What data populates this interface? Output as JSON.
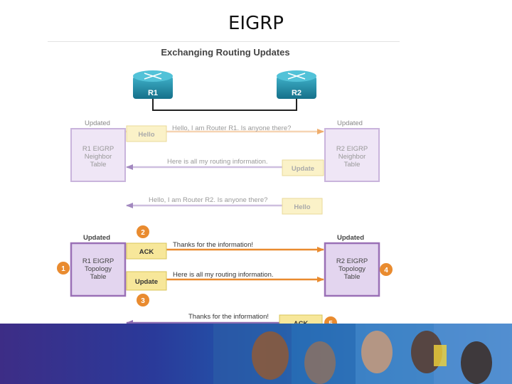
{
  "slide": {
    "title": "EIGRP"
  },
  "diagram": {
    "title": "Exchanging Routing Updates",
    "routers": {
      "r1": "R1",
      "r2": "R2"
    },
    "tables": {
      "updated_label": "Updated",
      "r1_neighbor": [
        "R1 EIGRP",
        "Neighbor",
        "Table"
      ],
      "r2_neighbor": [
        "R2 EIGRP",
        "Neighbor",
        "Table"
      ],
      "r1_topology": [
        "R1 EIGRP",
        "Topology",
        "Table"
      ],
      "r2_topology": [
        "R2 EIGRP",
        "Topology",
        "Table"
      ]
    },
    "messages": {
      "hello_r1": "Hello, I am Router R1. Is anyone there?",
      "update_r2": "Here is all my routing information.",
      "hello_r2": "Hello, I am Router R2. Is anyone there?",
      "ack_r1": "Thanks for the information!",
      "update_r1": "Here is all my routing information.",
      "ack_r2": "Thanks for the information!"
    },
    "packets": {
      "hello": "Hello",
      "update": "Update",
      "ack": "ACK"
    },
    "steps": [
      "1",
      "2",
      "3",
      "4",
      "5"
    ],
    "colors": {
      "orange": "#e98b2f",
      "purple": "#8b6bb0",
      "table_border": "#9a70b6",
      "packet_fill": "#f7e79a",
      "router": "#1d8aa3"
    }
  }
}
